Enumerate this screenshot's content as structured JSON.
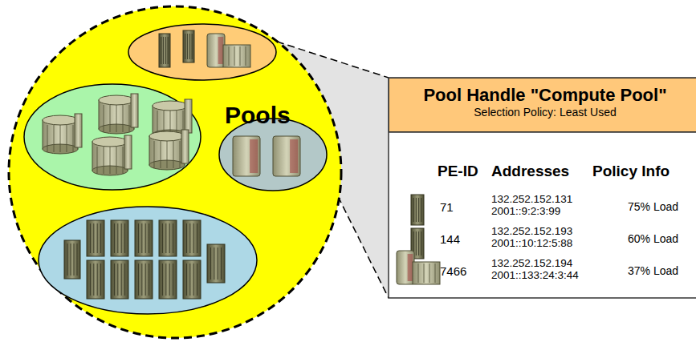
{
  "diagram": {
    "nodes": [
      {
        "text": [
          "Pools"
        ]
      },
      {
        "text": [
          "Pool Handle \"Compute Pool\"",
          "Selection Policy: Least Used"
        ]
      }
    ],
    "labels": [
      "PE-ID",
      "Addresses",
      "Policy Info",
      "71",
      "132.252.152.131 2001::9:2:3:99",
      "75% Load",
      "144",
      "132.252.152.193 2001::10:12:5:88",
      "60% Load",
      "7466",
      "132.252.152.194 2001::133:24:3:44",
      "37% Load"
    ]
  }
}
